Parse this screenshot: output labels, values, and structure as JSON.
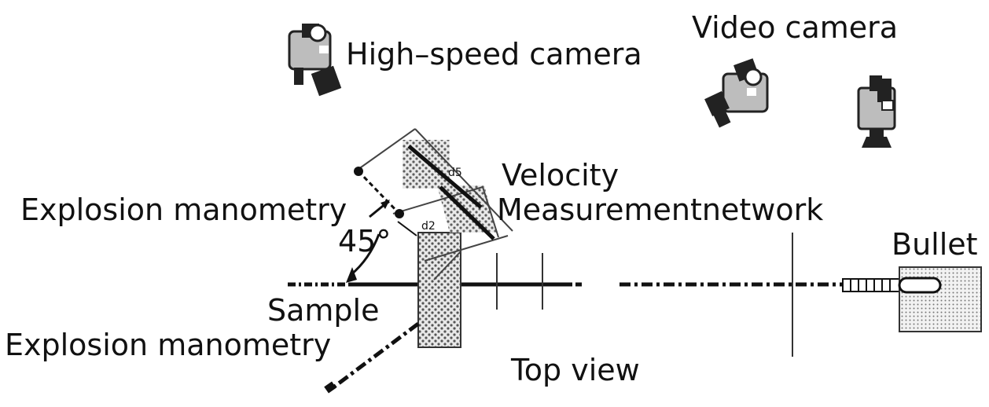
{
  "labels": {
    "high_speed_camera": "High–speed camera",
    "video_camera": "Video camera",
    "velocity": "Velocity",
    "measurement_network": "Measurementnetwork",
    "explosion_manometry_top": "Explosion manometry",
    "explosion_manometry_bottom": "Explosion manometry",
    "angle": "45°",
    "sample": "Sample",
    "bullet": "Bullet",
    "top_view": "Top view",
    "d5": "d5",
    "d2": "d2"
  },
  "icons": {
    "camera_left": "movie-camera-icon",
    "camera_middle": "movie-camera-icon",
    "camera_right": "camera-on-tripod-icon"
  },
  "colors": {
    "ink": "#111111",
    "line_grey": "#555555",
    "hatch_fill": "#cfcfcf",
    "camera_body": "#bdbdbd"
  }
}
